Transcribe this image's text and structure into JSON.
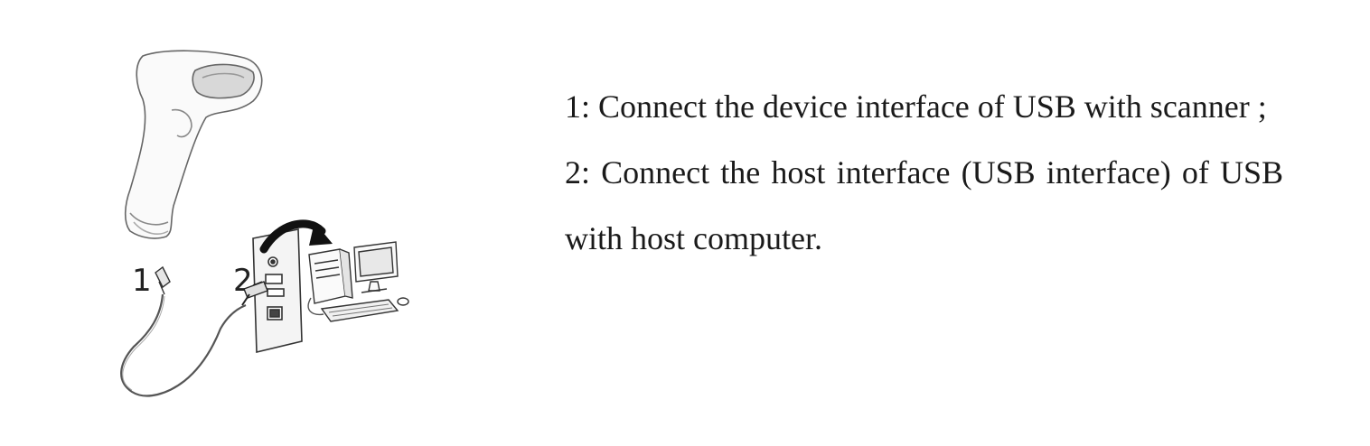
{
  "illustration": {
    "callout_1": "1",
    "callout_2": "2",
    "icons": [
      "barcode-scanner-icon",
      "usb-cable-icon",
      "host-port-panel-icon",
      "desktop-computer-icon",
      "curved-arrow-icon"
    ]
  },
  "steps": [
    {
      "text": "1: Connect the device interface of USB with scanner ;"
    },
    {
      "text": "2: Connect the host interface (USB interface) of USB with host computer."
    }
  ]
}
